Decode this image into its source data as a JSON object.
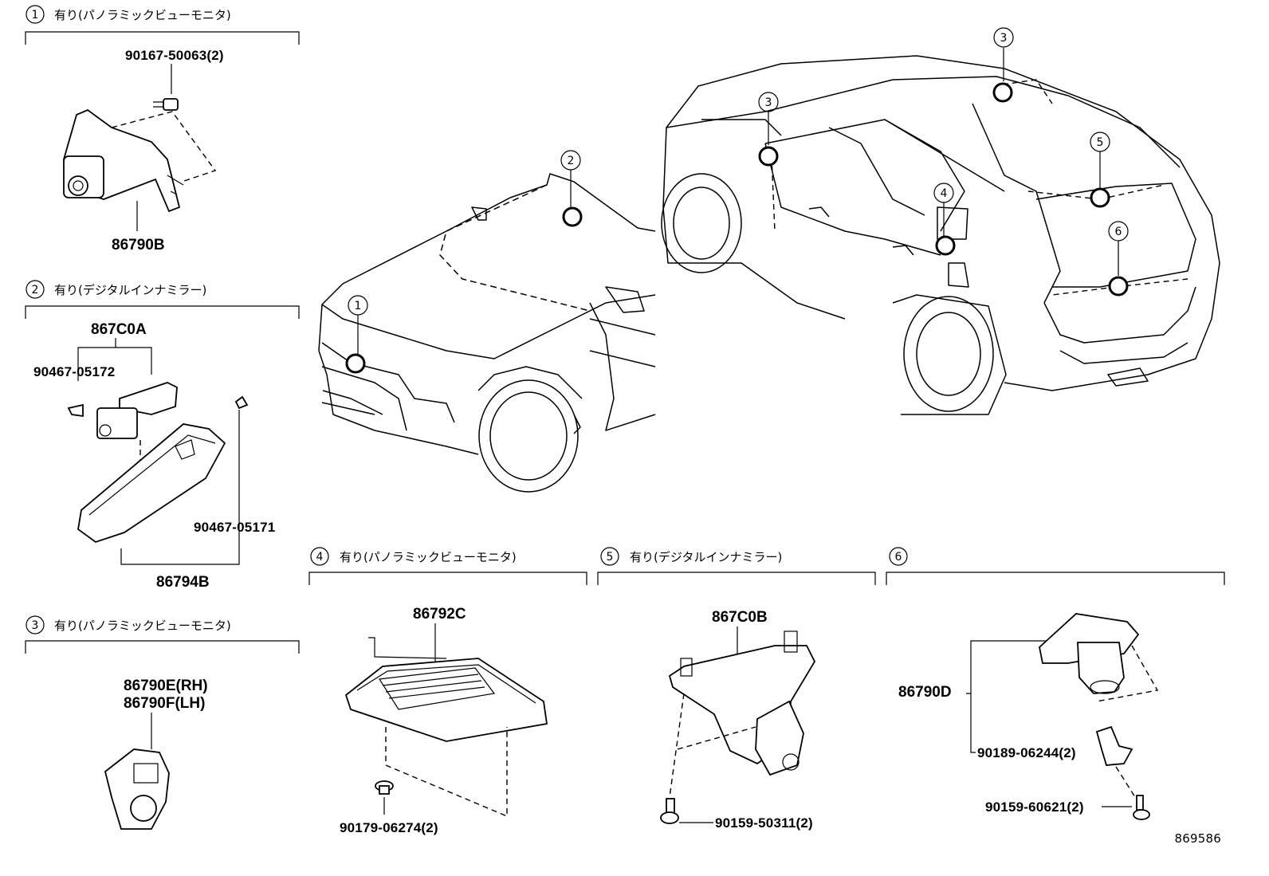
{
  "sections": [
    {
      "num": "1",
      "text": "有り(パノラミックビューモニタ)"
    },
    {
      "num": "2",
      "text": "有り(デジタルインナミラー)"
    },
    {
      "num": "3",
      "text": "有り(パノラミックビューモニタ)"
    },
    {
      "num": "4",
      "text": "有り(パノラミックビューモニタ)"
    },
    {
      "num": "5",
      "text": "有り(デジタルインナミラー)"
    },
    {
      "num": "6",
      "text": ""
    }
  ],
  "parts": {
    "p1_bolt": "90167-50063(2)",
    "p1_camera": "86790B",
    "p2_assy": "867C0A",
    "p2_clip1": "90467-05172",
    "p2_clip2": "90467-05171",
    "p2_cover": "86794B",
    "p3_rh": "86790E(RH)",
    "p3_lh": "86790F(LH)",
    "p4_ecu": "86792C",
    "p4_nut": "90179-06274(2)",
    "p5_assy": "867C0B",
    "p5_screw": "90159-50311(2)",
    "p6_camera": "86790D",
    "p6_clip": "90189-06244(2)",
    "p6_screw": "90159-60621(2)"
  },
  "callouts": [
    "1",
    "2",
    "3",
    "3",
    "4",
    "5",
    "6"
  ],
  "diagram_id": "869586"
}
